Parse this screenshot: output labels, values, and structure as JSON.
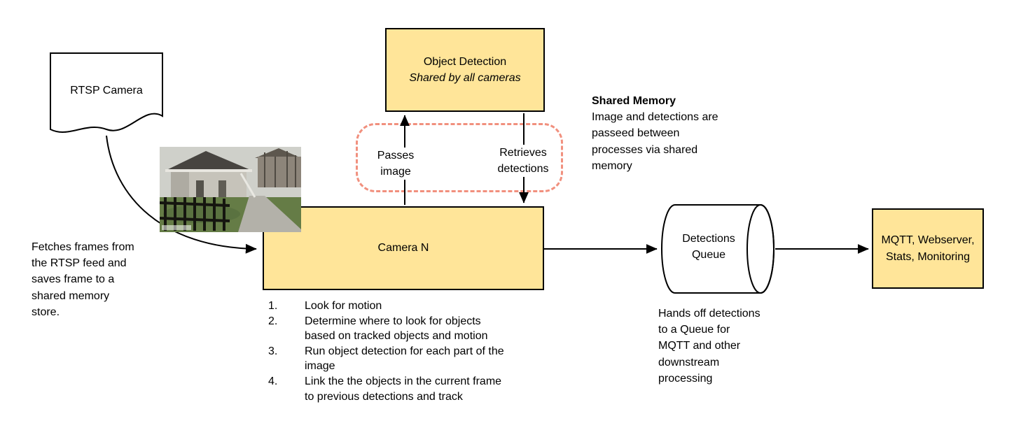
{
  "diagram": {
    "colors": {
      "node_fill": "#ffe599",
      "node_border": "#000000",
      "shared_memory_outline": "#f1907e",
      "arrow": "#000000"
    },
    "nodes": {
      "rtsp_camera": {
        "label": "RTSP Camera"
      },
      "object_detection": {
        "title": "Object Detection",
        "subtitle": "Shared by all cameras"
      },
      "camera_n": {
        "label": "Camera N",
        "steps": [
          {
            "num": "1.",
            "text": "Look for motion"
          },
          {
            "num": "2.",
            "text": "Determine where to look for objects\nbased on tracked objects and motion"
          },
          {
            "num": "3.",
            "text": "Run object detection for each part of the\nimage"
          },
          {
            "num": "4.",
            "text": "Link the the objects in the current frame\nto previous detections and track"
          }
        ]
      },
      "detections_queue": {
        "label": "Detections\nQueue"
      },
      "mqtt": {
        "label": "MQTT, Webserver,\nStats, Monitoring"
      }
    },
    "edges": {
      "passes_image": "Passes\nimage",
      "retrieves_detections": "Retrieves\ndetections"
    },
    "annotations": {
      "fetches_frames": "Fetches frames from\nthe RTSP feed and\nsaves frame to a\nshared memory\nstore.",
      "shared_memory_title": "Shared Memory",
      "shared_memory_body": "Image and detections are\npasseed between\nprocesses via shared\nmemory",
      "hands_off": "Hands off detections\nto a Queue for\nMQTT and other\ndownstream\nprocessing"
    }
  }
}
